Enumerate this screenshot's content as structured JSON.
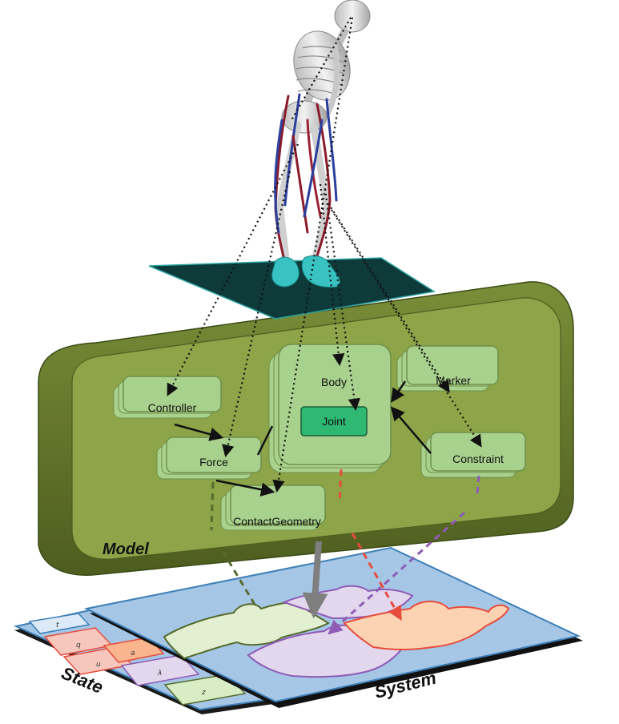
{
  "components": {
    "controller": "Controller",
    "force": "Force",
    "body": "Body",
    "joint": "Joint",
    "marker": "Marker",
    "constraint": "Constraint",
    "contact_geometry": "ContactGeometry"
  },
  "labels": {
    "model": "Model",
    "state": "State",
    "system": "System"
  },
  "state_slots": [
    "t",
    "q",
    "u",
    "a",
    "λ",
    "z"
  ],
  "colors": {
    "model_green": "#8da548",
    "component_green": "#a9d18e",
    "joint_green": "#2eb872",
    "platform_teal": "#0e3a3a",
    "system_blue": "#a6c6e6",
    "puzzle_green": "#e2efd0",
    "puzzle_purple": "#e3d7ee",
    "puzzle_orange": "#fbd3b3",
    "state_red": "#e74c3c",
    "state_purple": "#8e5bb5",
    "state_olive": "#556b2f"
  }
}
